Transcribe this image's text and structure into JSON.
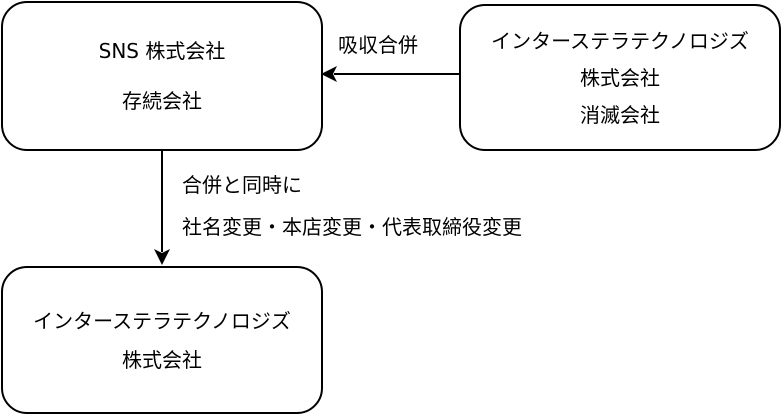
{
  "nodes": {
    "sns": {
      "name": "SNS 株式会社",
      "role": "存続会社"
    },
    "interstellar": {
      "name_line1": "インターステラテクノロジズ",
      "name_line2": "株式会社",
      "role": "消滅会社"
    },
    "result": {
      "name_line1": "インターステラテクノロジズ",
      "name_line2": "株式会社"
    }
  },
  "edges": {
    "merge": {
      "label": "吸収合併"
    },
    "change": {
      "label_line1": "合併と同時に",
      "label_line2": "社名変更・本店変更・代表取締役変更"
    }
  }
}
